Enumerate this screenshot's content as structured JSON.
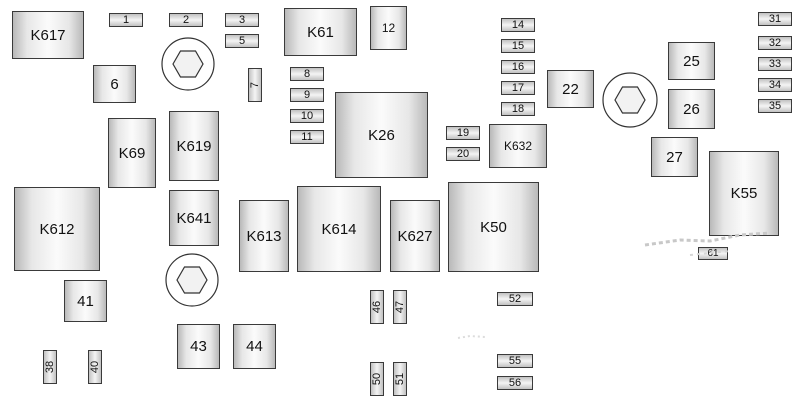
{
  "relays": {
    "k617": "K617",
    "k61": "K61",
    "r12": "12",
    "r6": "6",
    "k69": "K69",
    "k619": "K619",
    "k26": "K26",
    "k632": "K632",
    "r22": "22",
    "r25": "25",
    "r26": "26",
    "r27": "27",
    "k55": "K55",
    "k612": "K612",
    "k641": "K641",
    "k613": "K613",
    "k614": "K614",
    "k627": "K627",
    "k50": "K50",
    "r41": "41",
    "r43": "43",
    "r44": "44"
  },
  "fuses": {
    "f1": "1",
    "f2": "2",
    "f3": "3",
    "f5": "5",
    "f7": "7",
    "f8": "8",
    "f9": "9",
    "f10": "10",
    "f11": "11",
    "f14": "14",
    "f15": "15",
    "f16": "16",
    "f17": "17",
    "f18": "18",
    "f19": "19",
    "f20": "20",
    "f31": "31",
    "f32": "32",
    "f33": "33",
    "f34": "34",
    "f35": "35",
    "f61": "61",
    "f52": "52",
    "f55": "55",
    "f56": "56",
    "f46": "46",
    "f47": "47",
    "f50": "50",
    "f51": "51",
    "f38": "38",
    "f40": "40"
  }
}
